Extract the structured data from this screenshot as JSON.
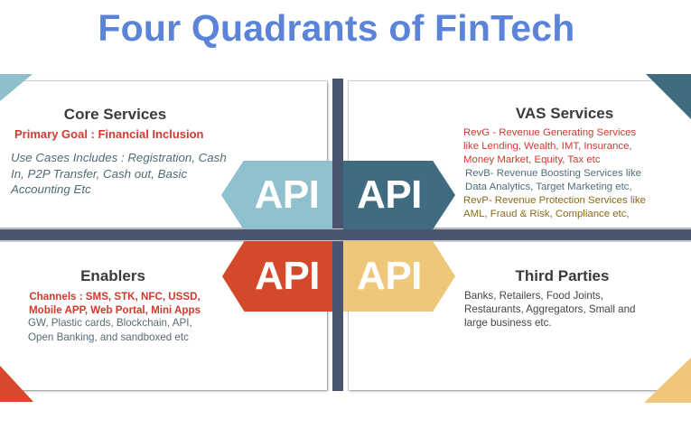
{
  "title": "Four Quadrants of FinTech",
  "colors": {
    "title": "#5b84d8",
    "cross": "#4a5670",
    "light_blue": "#8fc0cd",
    "dark_teal": "#3f6c80",
    "orange": "#d4492a",
    "gold": "#efc77a"
  },
  "quadrants": {
    "core": {
      "heading": "Core Services",
      "goal": "Primary Goal : Financial Inclusion",
      "uses": [
        "Use Cases Includes : Registration, Cash",
        "In, P2P Transfer, Cash out, Basic",
        "Accounting Etc"
      ],
      "api_label": "API"
    },
    "vas": {
      "heading": "VAS Services",
      "revg": [
        "RevG - Revenue Generating Services",
        "like Lending, Wealth, IMT, Insurance,",
        "Money Market, Equity, Tax etc"
      ],
      "revb": [
        "RevB- Revenue Boosting Services like",
        "Data Analytics, Target Marketing etc,"
      ],
      "revp": [
        "RevP- Revenue Protection Services like",
        "AML, Fraud & Risk, Compliance etc,"
      ],
      "api_label": "API"
    },
    "enablers": {
      "heading": "Enablers",
      "channels": [
        "Channels : SMS, STK, NFC, USSD,",
        "Mobile APP, Web Portal, Mini Apps"
      ],
      "other": [
        "GW, Plastic cards, Blockchain, API,",
        "Open Banking, and sandboxed  etc"
      ],
      "api_label": "API"
    },
    "third_parties": {
      "heading": "Third Parties",
      "body": [
        "Banks, Retailers, Food Joints,",
        "Restaurants, Aggregators,  Small and",
        "large business etc."
      ],
      "api_label": "API"
    }
  }
}
